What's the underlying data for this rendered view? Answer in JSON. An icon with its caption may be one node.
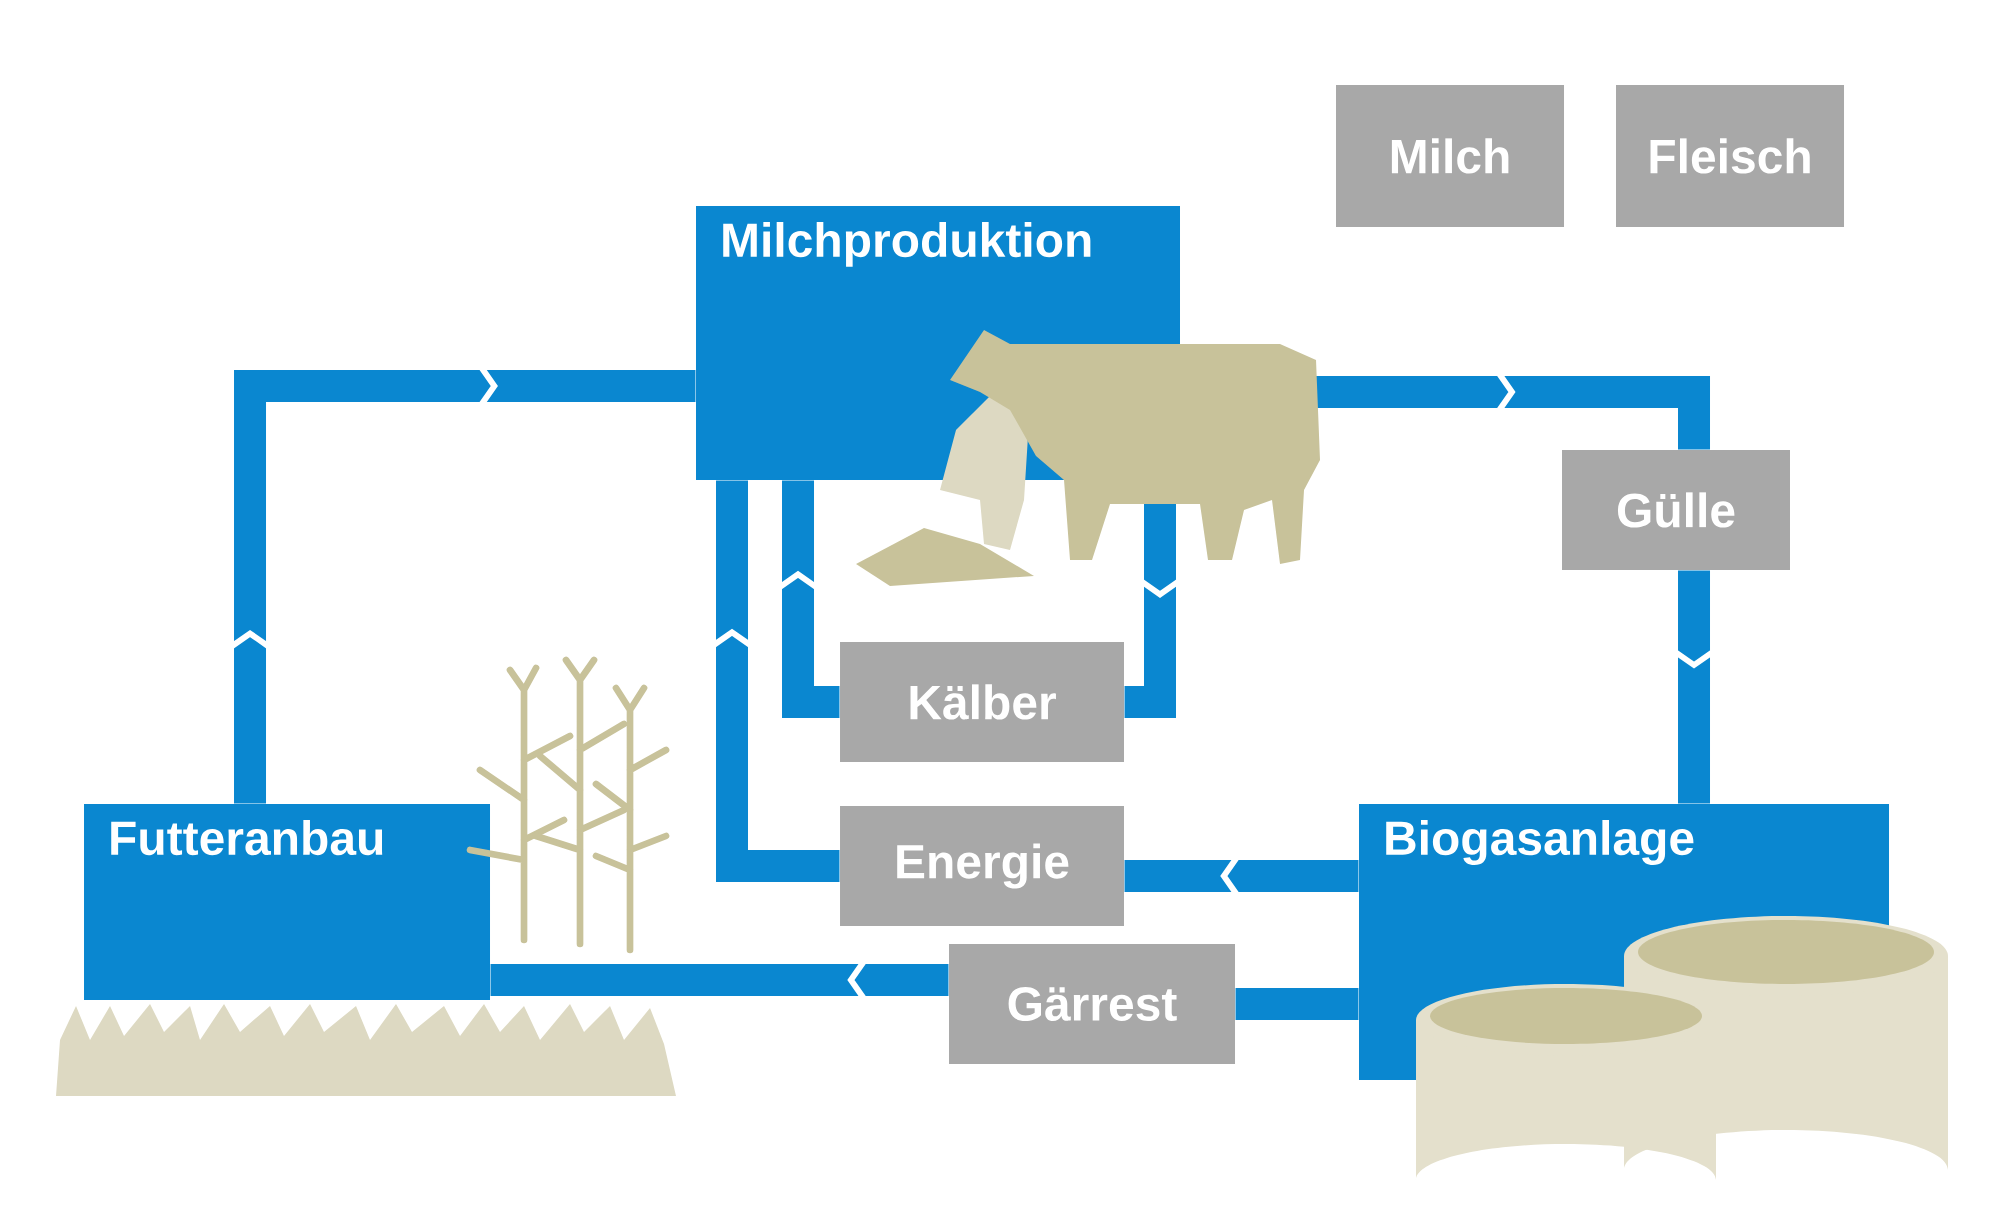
{
  "diagram": {
    "nodes": [
      {
        "text": [
          "Milch"
        ]
      },
      {
        "text": [
          "Fleisch"
        ]
      },
      {
        "text": [
          "Milchproduktion"
        ]
      },
      {
        "text": [
          "Gülle"
        ]
      },
      {
        "text": [
          "Kälber"
        ]
      },
      {
        "text": [
          "Energie"
        ]
      },
      {
        "text": [
          "Gärrest"
        ]
      },
      {
        "text": [
          "Futteranbau"
        ]
      },
      {
        "text": [
          "Biogasanlage"
        ]
      }
    ],
    "edges": [
      {
        "from": 7,
        "to": 2,
        "arrow": "to"
      },
      {
        "from": 2,
        "to": 3,
        "arrow": "to"
      },
      {
        "from": 3,
        "to": 8,
        "arrow": "to"
      },
      {
        "from": 8,
        "to": 5,
        "arrow": "to"
      },
      {
        "from": 5,
        "to": 2,
        "arrow": "to"
      },
      {
        "from": 8,
        "to": 6,
        "arrow": "none"
      },
      {
        "from": 6,
        "to": 7,
        "arrow": "to"
      },
      {
        "from": 2,
        "to": 4,
        "arrow": "to"
      },
      {
        "from": 4,
        "to": 2,
        "arrow": "to"
      }
    ]
  }
}
